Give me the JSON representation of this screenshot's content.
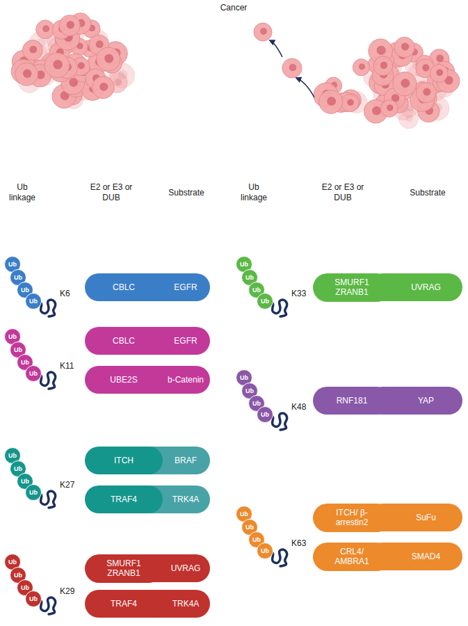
{
  "diagram": {
    "title": "Cancer",
    "nodes": [
      {
        "text": [
          "Ub"
        ]
      },
      {
        "text": [
          "Ub"
        ]
      },
      {
        "text": [
          "Ub"
        ]
      },
      {
        "text": [
          "Ub"
        ]
      },
      {
        "text": [
          "CBLC"
        ]
      },
      {
        "text": [
          "EGFR"
        ]
      },
      {
        "text": [
          "Ub"
        ]
      },
      {
        "text": [
          "Ub"
        ]
      },
      {
        "text": [
          "Ub"
        ]
      },
      {
        "text": [
          "Ub"
        ]
      },
      {
        "text": [
          "SMURF1 ZRANB1"
        ]
      },
      {
        "text": [
          "UVRAG"
        ]
      },
      {
        "text": [
          "Ub"
        ]
      },
      {
        "text": [
          "Ub"
        ]
      },
      {
        "text": [
          "Ub"
        ]
      },
      {
        "text": [
          "Ub"
        ]
      },
      {
        "text": [
          "CBLC"
        ]
      },
      {
        "text": [
          "EGFR"
        ]
      },
      {
        "text": [
          "UBE2S"
        ]
      },
      {
        "text": [
          "b-Catenin"
        ]
      },
      {
        "text": [
          "Ub"
        ]
      },
      {
        "text": [
          "Ub"
        ]
      },
      {
        "text": [
          "Ub"
        ]
      },
      {
        "text": [
          "Ub"
        ]
      },
      {
        "text": [
          "RNF181"
        ]
      },
      {
        "text": [
          "YAP"
        ]
      },
      {
        "text": [
          "Ub"
        ]
      },
      {
        "text": [
          "Ub"
        ]
      },
      {
        "text": [
          "Ub"
        ]
      },
      {
        "text": [
          "Ub"
        ]
      },
      {
        "text": [
          "ITCH"
        ]
      },
      {
        "text": [
          "BRAF"
        ]
      },
      {
        "text": [
          "TRAF4"
        ]
      },
      {
        "text": [
          "TRK4A"
        ]
      },
      {
        "text": [
          "Ub"
        ]
      },
      {
        "text": [
          "Ub"
        ]
      },
      {
        "text": [
          "Ub"
        ]
      },
      {
        "text": [
          "Ub"
        ]
      },
      {
        "text": [
          "ITCH/ β-arrestin2"
        ]
      },
      {
        "text": [
          "SuFu"
        ]
      },
      {
        "text": [
          "CRL4/ AMBRA1"
        ]
      },
      {
        "text": [
          "SMAD4"
        ]
      },
      {
        "text": [
          "Ub"
        ]
      },
      {
        "text": [
          "Ub"
        ]
      },
      {
        "text": [
          "Ub"
        ]
      },
      {
        "text": [
          "Ub"
        ]
      },
      {
        "text": [
          "SMURF1 ZRANB1"
        ]
      },
      {
        "text": [
          "UVRAG"
        ]
      },
      {
        "text": [
          "TRAF4"
        ]
      },
      {
        "text": [
          "TRK4A"
        ]
      }
    ],
    "labels": [
      "Ub linkage",
      "E2 or E3 or DUB",
      "Substrate",
      "Ub linkage",
      "E2 or E3 or DUB",
      "Substrate",
      "K6",
      "K33",
      "K11",
      "K48",
      "K27",
      "K63",
      "K29"
    ]
  }
}
